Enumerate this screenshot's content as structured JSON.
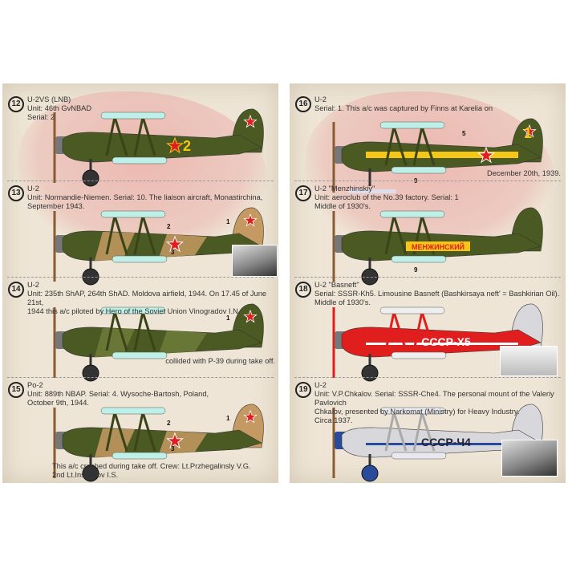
{
  "colors": {
    "panel": "#eee5d6",
    "map": "#ebaaa5",
    "wing": "#bff0e8",
    "olive": "#4a5a22",
    "tan": "#c49a62",
    "red": "#e01e1e",
    "yellow": "#f5c518",
    "silver": "#d8d8dc",
    "blue": "#2a4a9a"
  },
  "left": [
    {
      "num": "12",
      "lines": [
        "U-2VS (LNB)",
        "Unit: 46th GvNBAD",
        "Serial: 2"
      ],
      "marking": "2",
      "scheme": "olive"
    },
    {
      "num": "13",
      "lines": [
        "U-2",
        "Unit: Normandie-Niemen. Serial: 10. The liaison aircraft, Monastirchina,",
        "September 1943."
      ],
      "marking": "",
      "scheme": "tan",
      "callouts": [
        "1",
        "2",
        "3"
      ]
    },
    {
      "num": "14",
      "lines": [
        "U-2",
        "Unit: 235th ShAP, 264th ShAD. Moldova airfield, 1944. On 17.45 of June 21st,",
        "1944 this a/c piloted by Hero of the Soviet Union Vinogradov I.N."
      ],
      "extra": "collided with P-39 during take off.",
      "marking": "",
      "scheme": "camo",
      "callouts": [
        "1"
      ]
    },
    {
      "num": "15",
      "lines": [
        "Po-2",
        "Unit: 889th NBAP. Serial: 4. Wysoche-Bartosh, Poland,",
        "October 9th, 1944."
      ],
      "extra": "This a/c crashed during take off. Crew: Lt.Przhegalinsly V.G.",
      "extra2": "2nd Lt.Inshakov I.S.",
      "marking": "",
      "scheme": "tan",
      "callouts": [
        "1",
        "2",
        "3"
      ]
    }
  ],
  "right": [
    {
      "num": "16",
      "lines": [
        "U-2",
        "Serial: 1. This a/c was captured by Finns at Karelia on"
      ],
      "extra": "December 20th, 1939.",
      "marking": "1",
      "scheme": "olive-stripe",
      "callouts": [
        "5",
        "9"
      ]
    },
    {
      "num": "17",
      "lines": [
        "U-2 \"Menzhinskiy\"",
        "Unit: aeroclub of the No.39 factory. Serial: 1",
        "Middle of 1930's."
      ],
      "marking": "МЕНЖИНСКИЙ",
      "scheme": "olive",
      "callouts": [
        "9"
      ]
    },
    {
      "num": "18",
      "lines": [
        "U-2 \"Basneft\"",
        "Serial: SSSR-Kh5. Limousine Basneft (Bashkirsaya neft' = Bashkirian Oil).",
        "Middle of 1930's."
      ],
      "marking": "CCCP-X5",
      "scheme": "red"
    },
    {
      "num": "19",
      "lines": [
        "U-2",
        "Unit: V.P.Chkalov. Serial: SSSR-Che4. The personal mount of the Valeriy Pavlovich",
        "Chkalov, presented by Narkomat (Ministry) for Heavy Industry.",
        "Circa 1937."
      ],
      "marking": "CCCP-Ч4",
      "scheme": "silver"
    }
  ]
}
